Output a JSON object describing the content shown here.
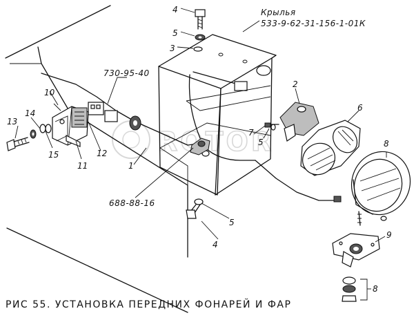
{
  "caption": "РИС 55. УСТАНОВКА ПЕРЕДНИХ ФОНАРЕЙ И ФАР",
  "labels": {
    "fender_title": "Крылья",
    "fender_code": "533-9-62-31-156-1-01К",
    "code_730": "730-95-40",
    "code_688": "688-88-16"
  },
  "watermark": "ROTOR",
  "callouts": {
    "n1": "1",
    "n2": "2",
    "n3": "3",
    "n4_top": "4",
    "n4_bottom": "4",
    "n5_top": "5",
    "n5_mid": "5",
    "n5_bottom": "5",
    "n6": "6",
    "n7": "7",
    "n8_lamp": "8",
    "n8_nuts": "8",
    "n9": "9",
    "n10": "10",
    "n11": "11",
    "n12": "12",
    "n13": "13",
    "n14": "14",
    "n15": "15"
  }
}
